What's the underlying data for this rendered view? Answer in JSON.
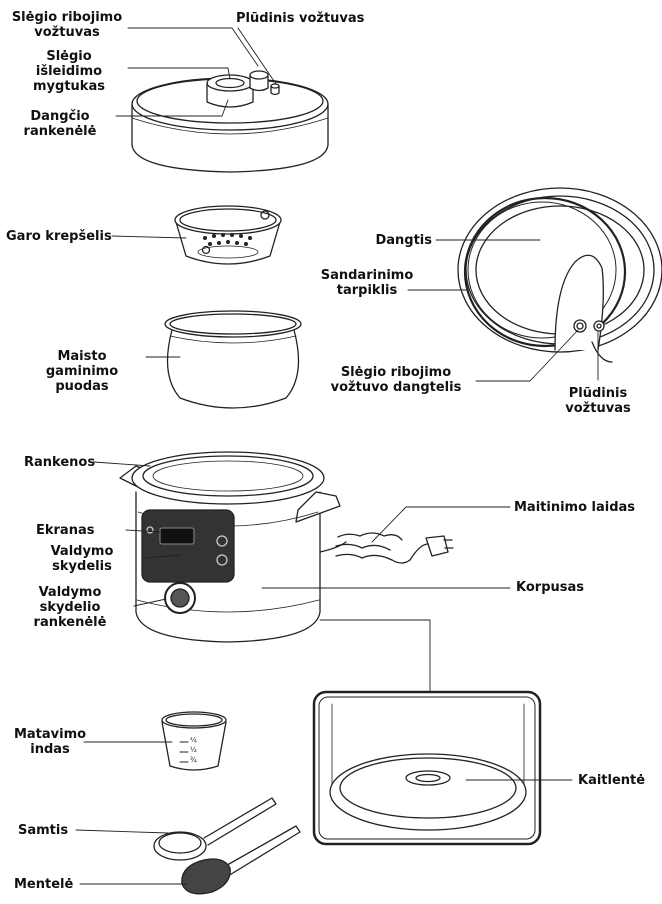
{
  "labels": {
    "pressure_limit_valve": "Slėgio ribojimo\nvožtuvas",
    "float_valve_top": "Plūdinis vožtuvas",
    "pressure_release_button": "Slėgio\nišleidimo\nmygtukas",
    "lid_handle": "Dangčio\nrankenėlė",
    "steam_basket": "Garo krepšelis",
    "lid": "Dangtis",
    "sealing_gasket": "Sandarinimo\ntarpiklis",
    "cooking_pot": "Maisto\ngaminimo\npuodas",
    "pressure_valve_cover": "Slėgio ribojimo\nvožtuvo dangtelis",
    "float_valve_right": "Plūdinis\nvožtuvas",
    "handles": "Rankenos",
    "power_cord": "Maitinimo laidas",
    "display": "Ekranas",
    "control_panel": "Valdymo\nskydelis",
    "housing": "Korpusas",
    "control_knob": "Valdymo\nskydelio\nrankenėlė",
    "heating_plate": "Kaitlentė",
    "measuring_cup": "Matavimo\nindas",
    "ladle": "Samtis",
    "spatula": "Mentelė"
  },
  "cup_marks": [
    "¼",
    "½",
    "¾"
  ]
}
